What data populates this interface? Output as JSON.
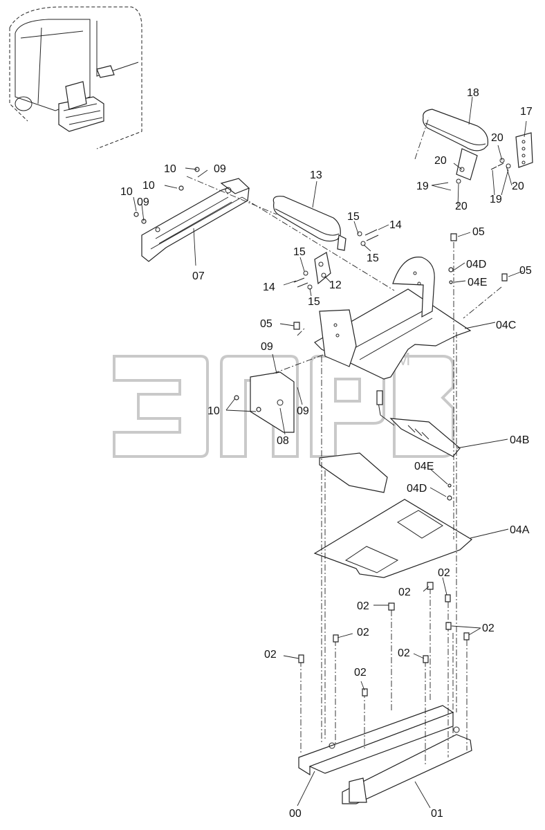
{
  "labels": {
    "l00": "00",
    "l01": "01",
    "l02": "02",
    "l04A": "04A",
    "l04B": "04B",
    "l04C": "04C",
    "l04D": "04D",
    "l04E": "04E",
    "l05": "05",
    "l07": "07",
    "l08": "08",
    "l09": "09",
    "l10": "10",
    "l12": "12",
    "l13": "13",
    "l14": "14",
    "l15": "15",
    "l17": "17",
    "l18": "18",
    "l19": "19",
    "l20": "20"
  },
  "watermark": {
    "mark": "TM"
  }
}
